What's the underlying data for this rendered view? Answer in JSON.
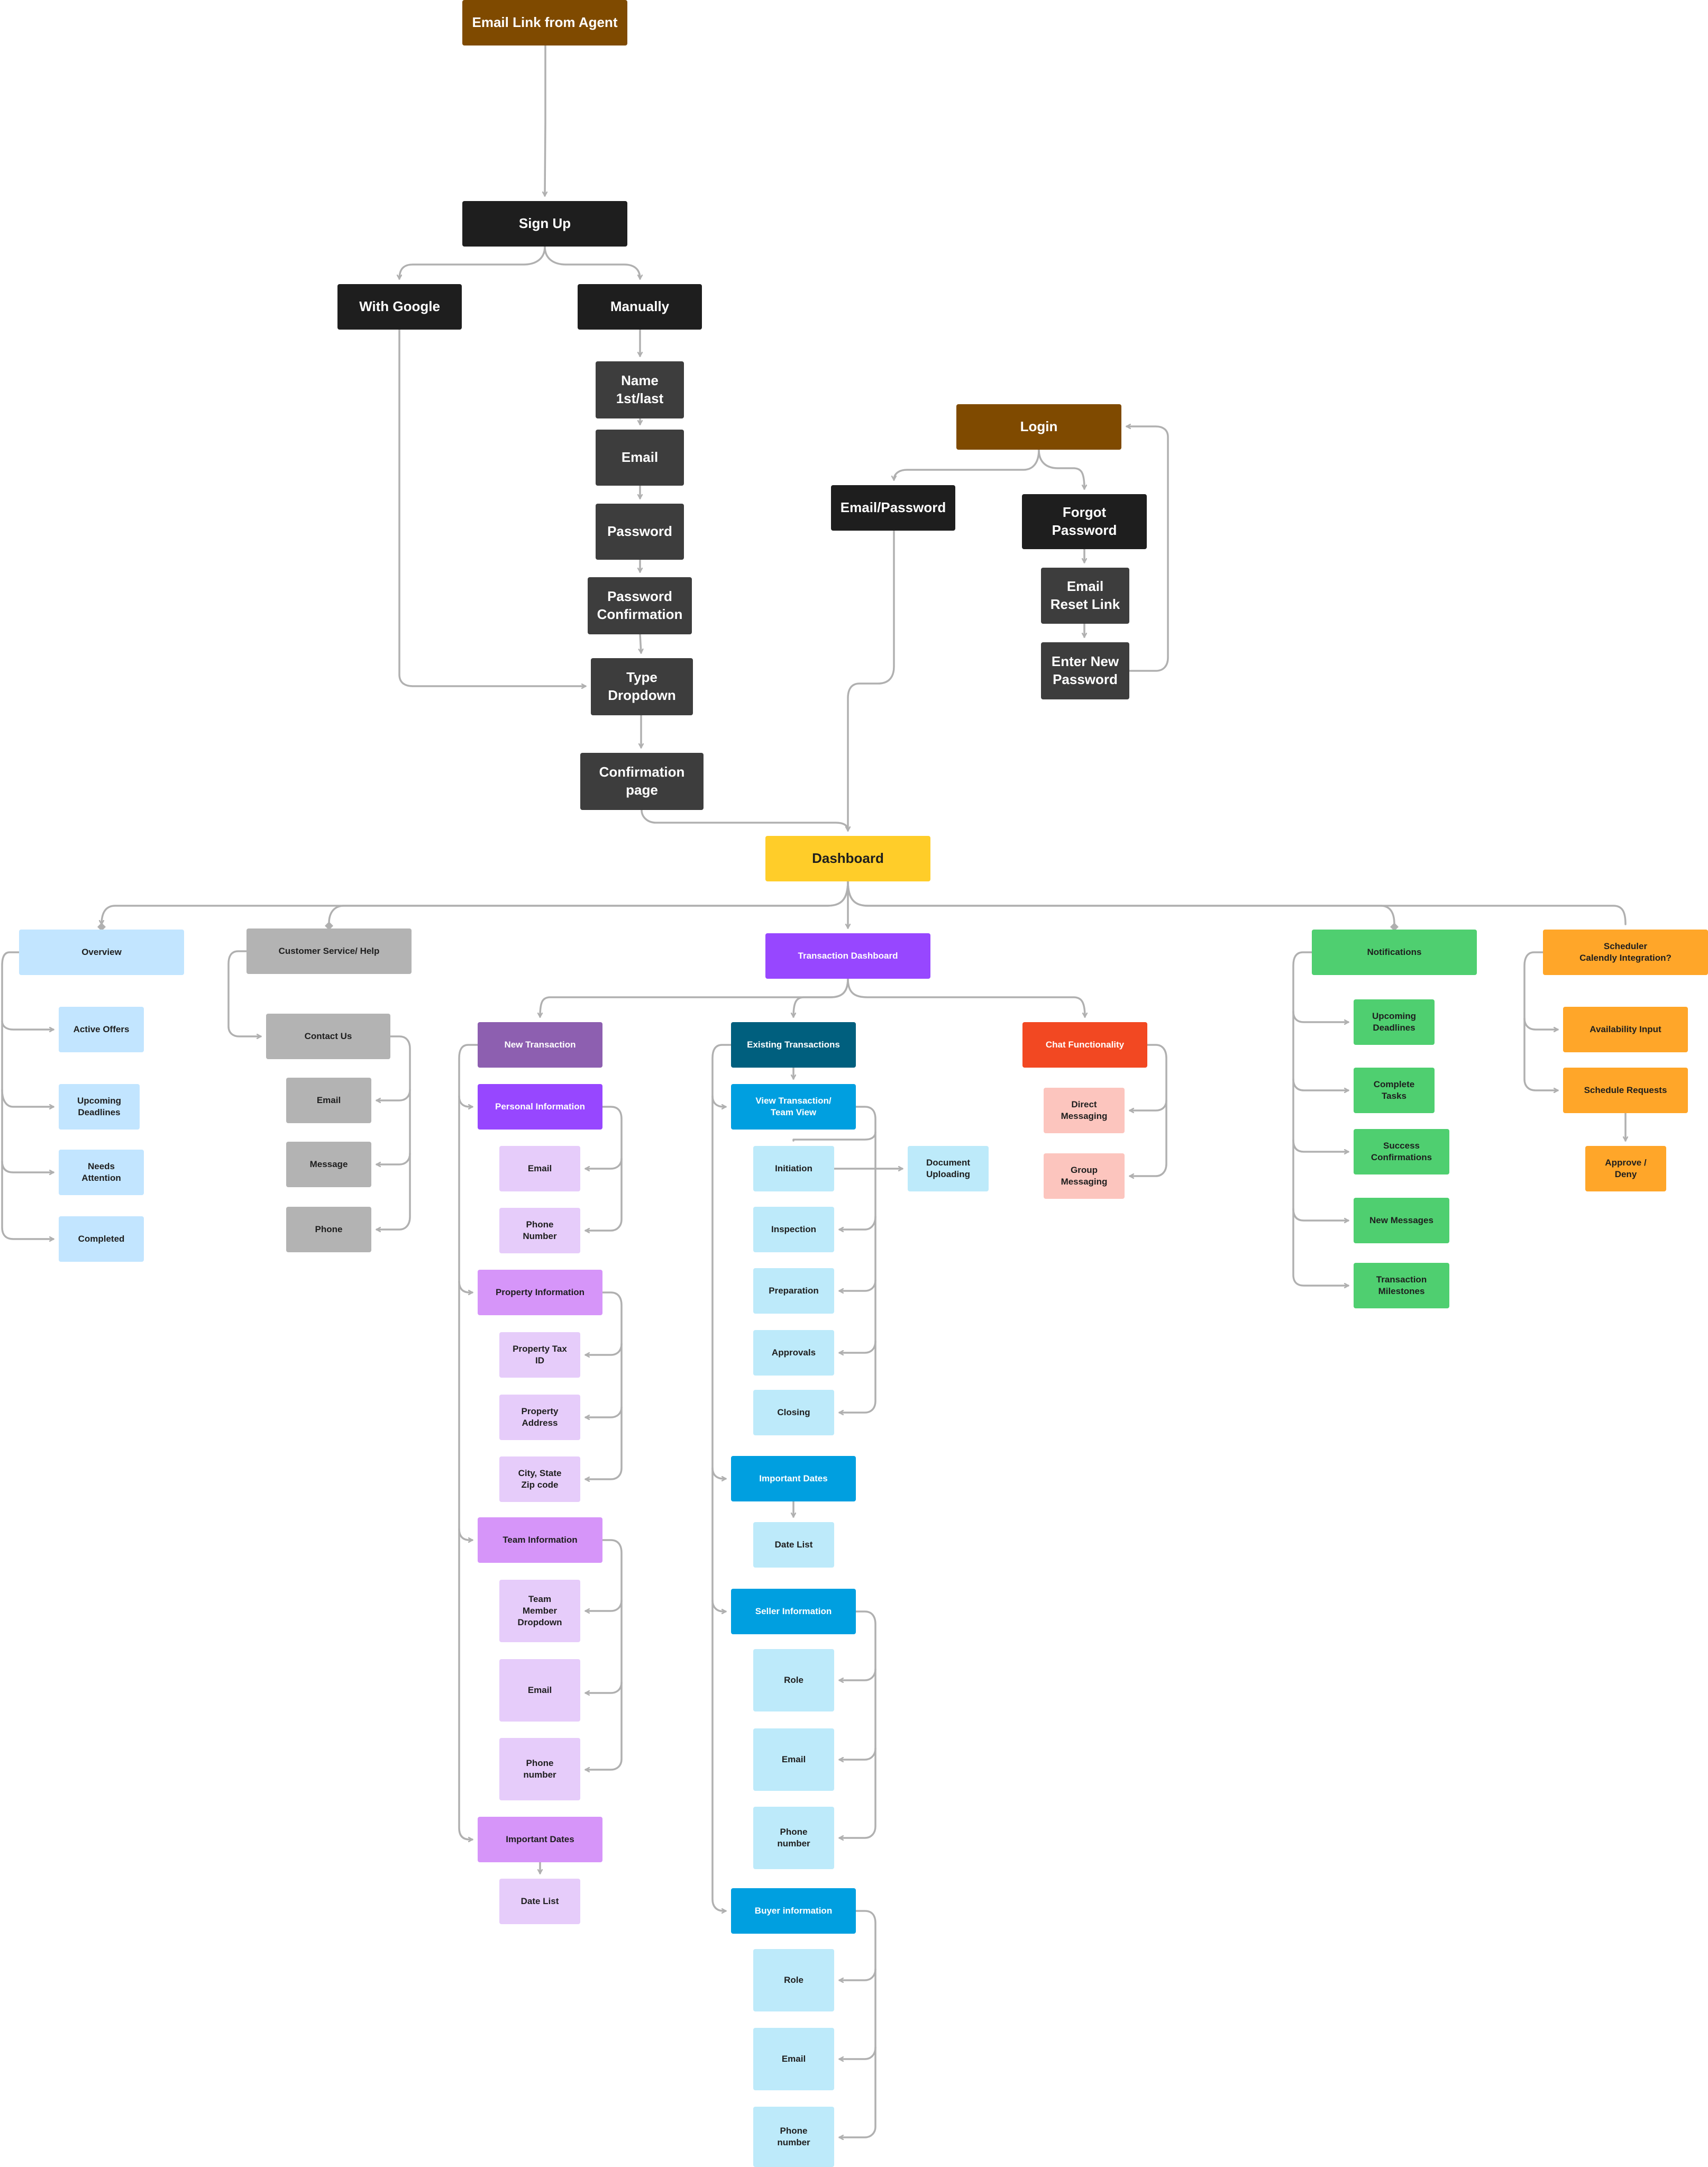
{
  "colors": {
    "line": "#b0b0b0",
    "brown": "#7f4a00",
    "black": "#1e1e1e",
    "dark": "#3d3d3d",
    "yellow": "#ffcd29",
    "purple": "#9747ff",
    "lightblue": "#c2e5ff",
    "grey": "#b3b3b3",
    "green": "#4fcf70",
    "orange": "#ffa629",
    "violet": "#8d5fb0",
    "lilac": "#d695f9",
    "lilaclight": "#e6ccfa",
    "teal": "#005f7e",
    "cyan": "#009fe0",
    "cyanlight": "#bdeafa",
    "red": "#f24822",
    "pink": "#fcc5be"
  },
  "nodes": {
    "email_link": "Email Link from Agent",
    "signup": "Sign Up",
    "with_google": "With Google",
    "manually": "Manually",
    "name": "Name\n1st/last",
    "su_email": "Email",
    "su_password": "Password",
    "password_conf": "Password\nConfirmation",
    "type_dropdown": "Type\nDropdown",
    "confirmation_page": "Confirmation\npage",
    "login": "Login",
    "email_password": "Email/Password",
    "forgot_password": "Forgot\nPassword",
    "email_reset": "Email\nReset Link",
    "enter_new_password": "Enter New\nPassword",
    "dashboard": "Dashboard",
    "overview": "Overview",
    "active_offers": "Active Offers",
    "ov_upcoming": "Upcoming\nDeadlines",
    "needs_attention": "Needs\nAttention",
    "completed": "Completed",
    "customer_service": "Customer Service/ Help",
    "contact_us": "Contact Us",
    "cs_email": "Email",
    "cs_message": "Message",
    "cs_phone": "Phone",
    "transaction_dashboard": "Transaction Dashboard",
    "new_transaction": "New Transaction",
    "personal_info": "Personal Information",
    "pi_email": "Email",
    "pi_phone": "Phone\nNumber",
    "property_info": "Property Information",
    "property_tax": "Property Tax\nID",
    "property_address": "Property\nAddress",
    "city_state": "City, State\nZip code",
    "team_info": "Team Information",
    "team_member": "Team\nMember\nDropdown",
    "ti_email": "Email",
    "ti_phone": "Phone\nnumber",
    "nt_important_dates": "Important Dates",
    "nt_date_list": "Date List",
    "existing_transactions": "Existing Transactions",
    "view_transaction": "View Transaction/\nTeam View",
    "initiation": "Initiation",
    "document_uploading": "Document\nUploading",
    "inspection": "Inspection",
    "preparation": "Preparation",
    "approvals": "Approvals",
    "closing": "Closing",
    "et_important_dates": "Important Dates",
    "et_date_list": "Date List",
    "seller_info": "Seller Information",
    "si_role": "Role",
    "si_email": "Email",
    "si_phone": "Phone\nnumber",
    "buyer_info": "Buyer information",
    "bi_role": "Role",
    "bi_email": "Email",
    "bi_phone": "Phone\nnumber",
    "chat": "Chat Functionality",
    "direct_messaging": "Direct\nMessaging",
    "group_messaging": "Group\nMessaging",
    "notifications": "Notifications",
    "n_upcoming": "Upcoming\nDeadlines",
    "complete_tasks": "Complete\nTasks",
    "success_conf": "Success\nConfirmations",
    "new_messages": "New Messages",
    "transaction_milestones": "Transaction\nMilestones",
    "scheduler": "Scheduler\nCalendly Integration?",
    "availability_input": "Availability Input",
    "schedule_requests": "Schedule Requests",
    "approve_deny": "Approve /\nDeny"
  }
}
